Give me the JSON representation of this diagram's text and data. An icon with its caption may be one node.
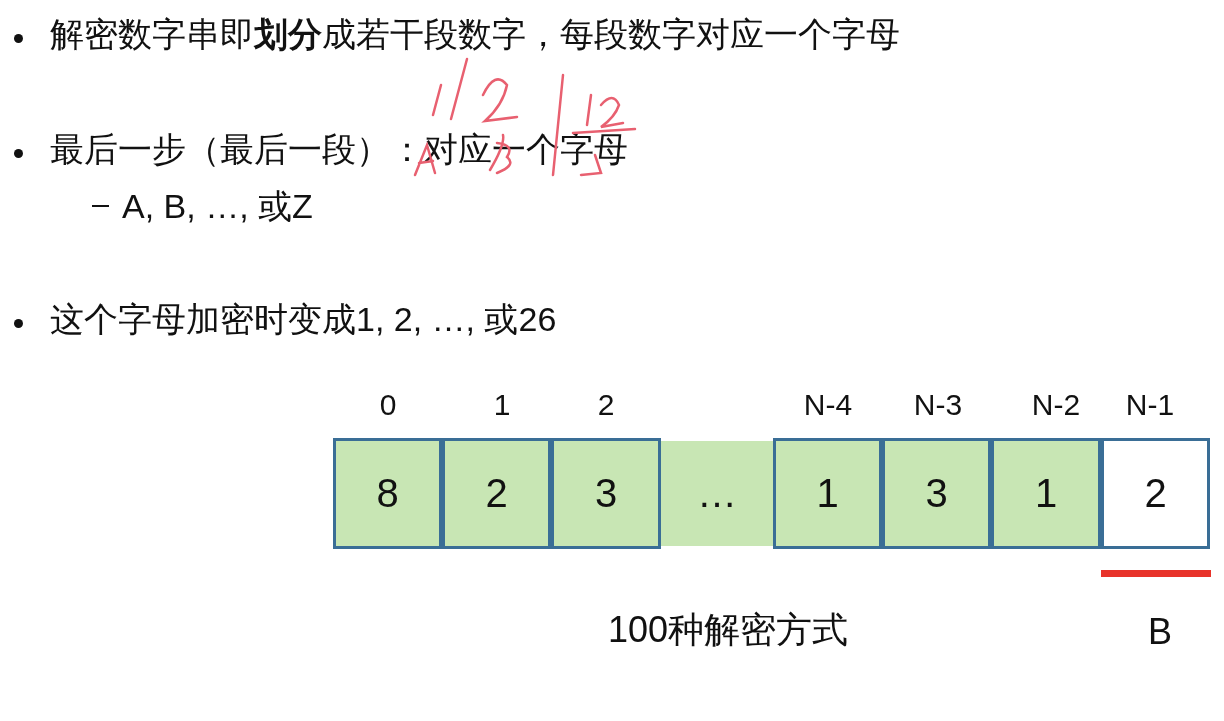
{
  "diagram": {
    "nodes": [
      {
        "text": [
          "8"
        ]
      },
      {
        "text": [
          "2"
        ]
      },
      {
        "text": [
          "3"
        ]
      },
      {
        "text": [
          "…"
        ]
      },
      {
        "text": [
          "1"
        ]
      },
      {
        "text": [
          "3"
        ]
      },
      {
        "text": [
          "1"
        ]
      },
      {
        "text": [
          "2"
        ]
      }
    ],
    "edges": [],
    "labels": [
      "解密数字串即**划分**成若干段数字，每段数字对应一个字母",
      "最后一步（最后一段）：对应一个字母",
      "A, B, …, 或Z",
      "这个字母加密时变成1, 2, …, 或26",
      "0",
      "1",
      "2",
      "N-4",
      "N-3",
      "N-2",
      "N-1",
      "100种解密方式",
      "B"
    ]
  }
}
